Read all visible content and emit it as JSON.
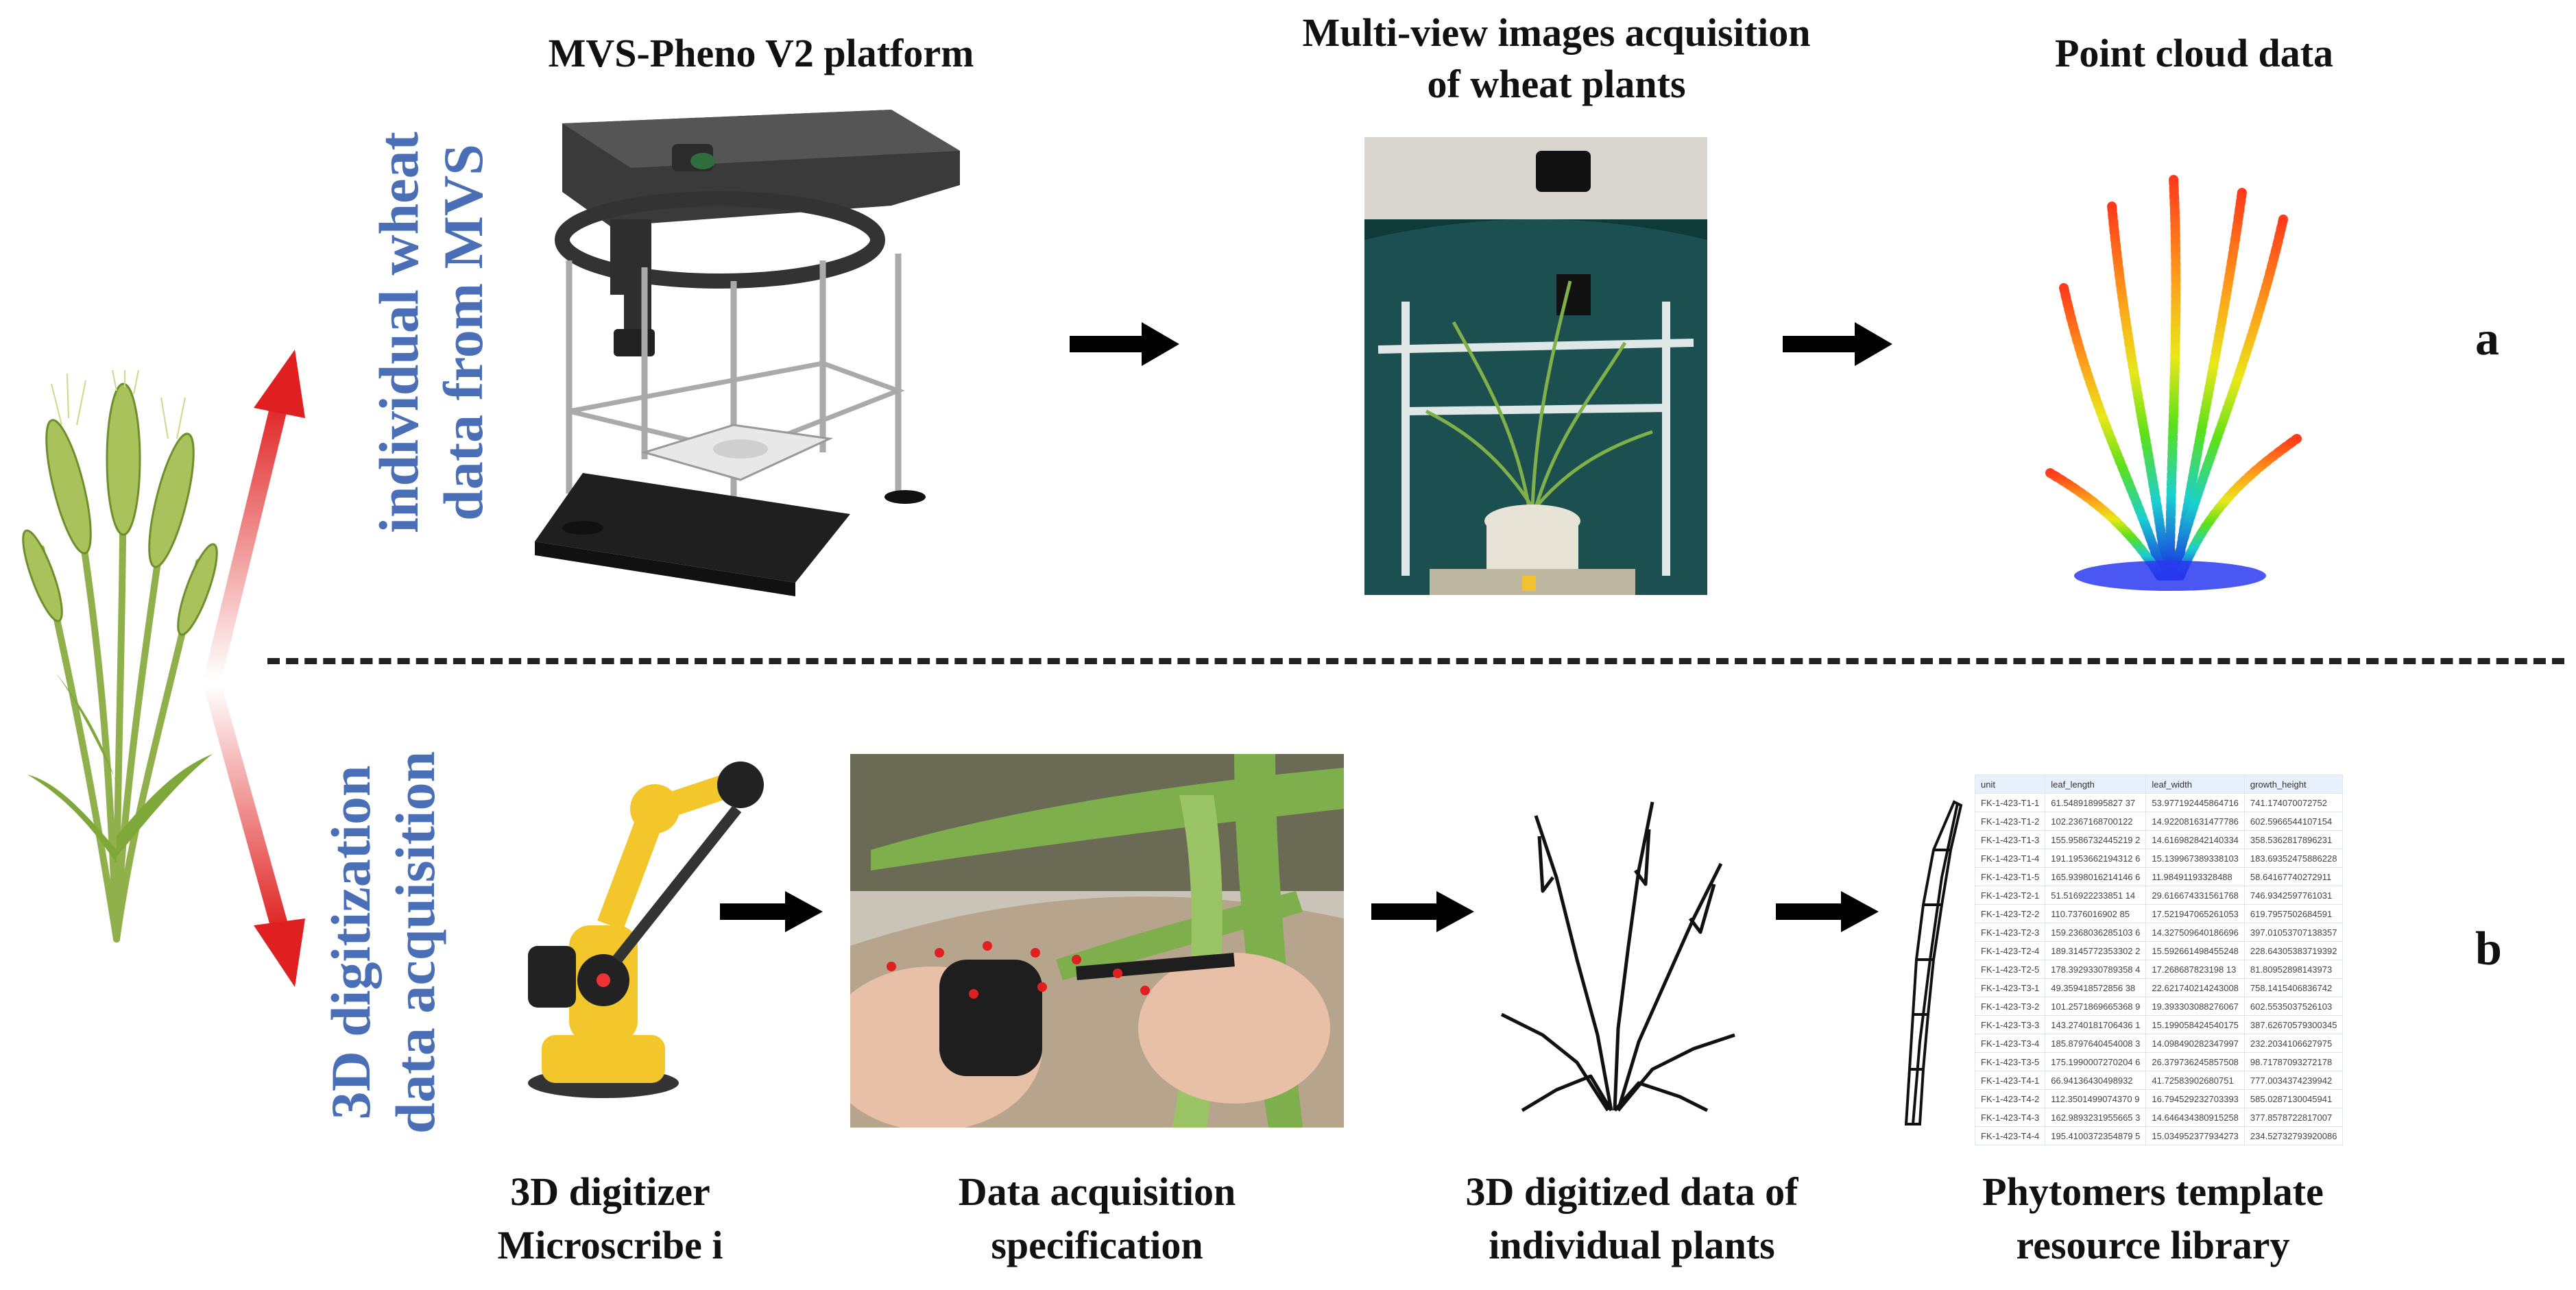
{
  "top": {
    "side_label_1": "individual wheat",
    "side_label_2": "data from MVS",
    "title_platform": "MVS-Pheno V2 platform",
    "title_multiview_1": "Multi-view images acquisition",
    "title_multiview_2": "of wheat plants",
    "title_pointcloud": "Point cloud data",
    "panel_label": "a"
  },
  "bottom": {
    "side_label_1": "3D digitization",
    "side_label_2": "data acquisition",
    "caption_digitizer_1": "3D digitizer",
    "caption_digitizer_2": "Microscribe i",
    "caption_spec_1": "Data acquisition",
    "caption_spec_2": "specification",
    "caption_digitized_1": "3D digitized data of",
    "caption_digitized_2": "individual plants",
    "caption_library_1": "Phytomers template",
    "caption_library_2": "resource library",
    "panel_label": "b"
  },
  "library_table": {
    "columns": [
      "unit",
      "leaf_length",
      "leaf_width",
      "growth_height"
    ],
    "rows": [
      [
        "FK-1-423-T1-1",
        "61.548918995827 37",
        "53.977192445864716",
        "741.174070072752"
      ],
      [
        "FK-1-423-T1-2",
        "102.2367168700122",
        "14.922081631477786",
        "602.5966544107154"
      ],
      [
        "FK-1-423-T1-3",
        "155.9586732445219 2",
        "14.616982842140334",
        "358.5362817896231"
      ],
      [
        "FK-1-423-T1-4",
        "191.1953662194312 6",
        "15.139967389338103",
        "183.69352475886228"
      ],
      [
        "FK-1-423-T1-5",
        "165.9398016214146 6",
        "11.98491193328488",
        "58.64167740272911"
      ],
      [
        "FK-1-423-T2-1",
        "51.516922233851 14",
        "29.616674331561768",
        "746.9342597761031"
      ],
      [
        "FK-1-423-T2-2",
        "110.7376016902 85",
        "17.521947065261053",
        "619.7957502684591"
      ],
      [
        "FK-1-423-T2-3",
        "159.2368036285103 6",
        "14.327509640186696",
        "397.01053707138357"
      ],
      [
        "FK-1-423-T2-4",
        "189.3145772353302 2",
        "15.592661498455248",
        "228.64305383719392"
      ],
      [
        "FK-1-423-T2-5",
        "178.3929330789358 4",
        "17.268687823198 13",
        "81.80952898143973"
      ],
      [
        "FK-1-423-T3-1",
        "49.359418572856 38",
        "22.621740214243008",
        "758.1415406836742"
      ],
      [
        "FK-1-423-T3-2",
        "101.2571869665368 9",
        "19.393303088276067",
        "602.5535037526103"
      ],
      [
        "FK-1-423-T3-3",
        "143.2740181706436 1",
        "15.199058424540175",
        "387.62670579300345"
      ],
      [
        "FK-1-423-T3-4",
        "185.8797640454008 3",
        "14.098490282347997",
        "232.2034106627975"
      ],
      [
        "FK-1-423-T3-5",
        "175.1990007270204 6",
        "26.379736245857508",
        "98.71787093272178"
      ],
      [
        "FK-1-423-T4-1",
        "66.94136430498932",
        "41.72583902680751",
        "777.0034374239942"
      ],
      [
        "FK-1-423-T4-2",
        "112.3501499074370 9",
        "16.794529232703393",
        "585.0287130045941"
      ],
      [
        "FK-1-423-T4-3",
        "162.9893231955665 3",
        "14.646434380915258",
        "377.8578722817007"
      ],
      [
        "FK-1-423-T4-4",
        "195.4100372354879 5",
        "15.034952377934273",
        "234.52732793920086"
      ]
    ]
  }
}
